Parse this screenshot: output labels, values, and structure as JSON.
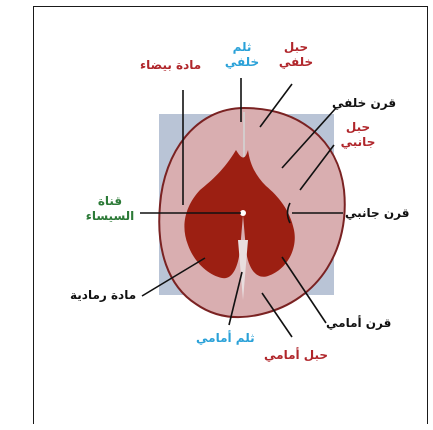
{
  "colors": {
    "white_matter_label": "#b0262b",
    "fissure_label": "#2aa1d8",
    "canal_label": "#2c7a37",
    "horn_label": "#111111",
    "background_panel": "#b9c4d6",
    "white_matter": "#d9aeb0",
    "grey_matter": "#9c1f12"
  },
  "labels": {
    "white_matter": "مادة بيضاء",
    "posterior_sulcus_1": "ثلم",
    "posterior_sulcus_2": "خلفي",
    "posterior_column_1": "حبل",
    "posterior_column_2": "خلفي",
    "posterior_horn": "قرن خلفي",
    "lateral_column_1": "حبل",
    "lateral_column_2": "جانبي",
    "central_canal_1": "قناة",
    "central_canal_2": "السيساء",
    "lateral_horn": "قرن جانبي",
    "grey_matter": "مادة رمادية",
    "anterior_horn": "قرن أمامي",
    "anterior_fissure": "ثلم أمامي",
    "anterior_column": "حبل أمامي"
  }
}
